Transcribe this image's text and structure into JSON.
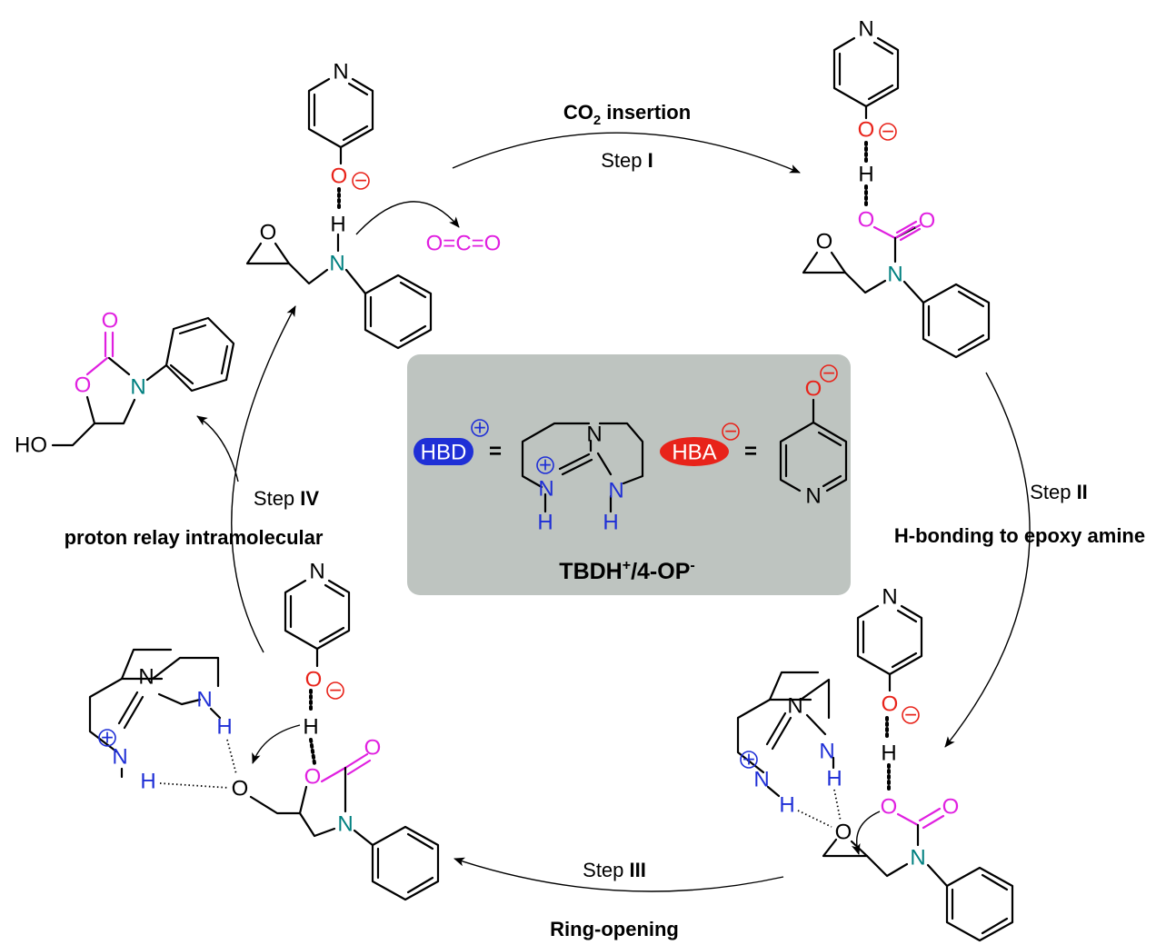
{
  "colors": {
    "hbd": "#1f2fd6",
    "hba": "#e8231a",
    "oxygen_red": "#e8231a",
    "carbonyl": "#e020e0",
    "nitrogen_teal": "#008080",
    "nitrogen_blue": "#1f2fd6",
    "panel": "#bec4c0"
  },
  "steps": {
    "s1": {
      "name": "CO",
      "name_sub": "2",
      "name_rest": " insertion",
      "step_prefix": "Step ",
      "numeral": "I"
    },
    "s2": {
      "step_prefix": "Step ",
      "numeral": "II",
      "name": "H-bonding to epoxy amine"
    },
    "s3": {
      "step_prefix": "Step ",
      "numeral": "III",
      "name": "Ring-opening"
    },
    "s4": {
      "step_prefix": "Step ",
      "numeral": "IV",
      "name": "proton relay intramolecular"
    }
  },
  "panel": {
    "hbd_label": "HBD",
    "hba_label": "HBA",
    "equals": "=",
    "plus_sign": "+",
    "minus_sign": "−",
    "caption_a": "TBDH",
    "caption_sup_a": "+",
    "caption_b": "/4-OP",
    "caption_sup_b": "-"
  },
  "atoms": {
    "N": "N",
    "O": "O",
    "H": "H",
    "HO": "HO",
    "minus": "−",
    "plus": "+",
    "co2": "O=C=O"
  }
}
